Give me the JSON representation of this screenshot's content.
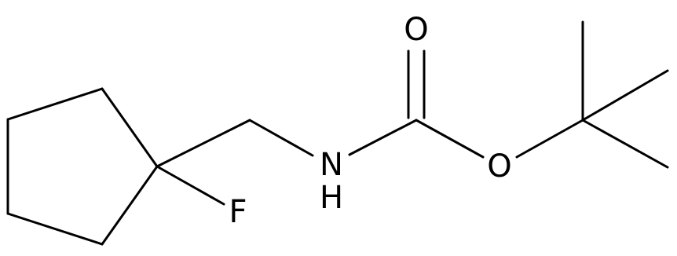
{
  "structure": {
    "atoms": {
      "oxygen_carbonyl": "O",
      "oxygen_ester": "O",
      "nitrogen": "N",
      "nitrogen_hydrogen": "H",
      "fluorine": "F"
    },
    "colors": {
      "bond": "#000000",
      "label": "#000000",
      "background": "#ffffff"
    }
  }
}
